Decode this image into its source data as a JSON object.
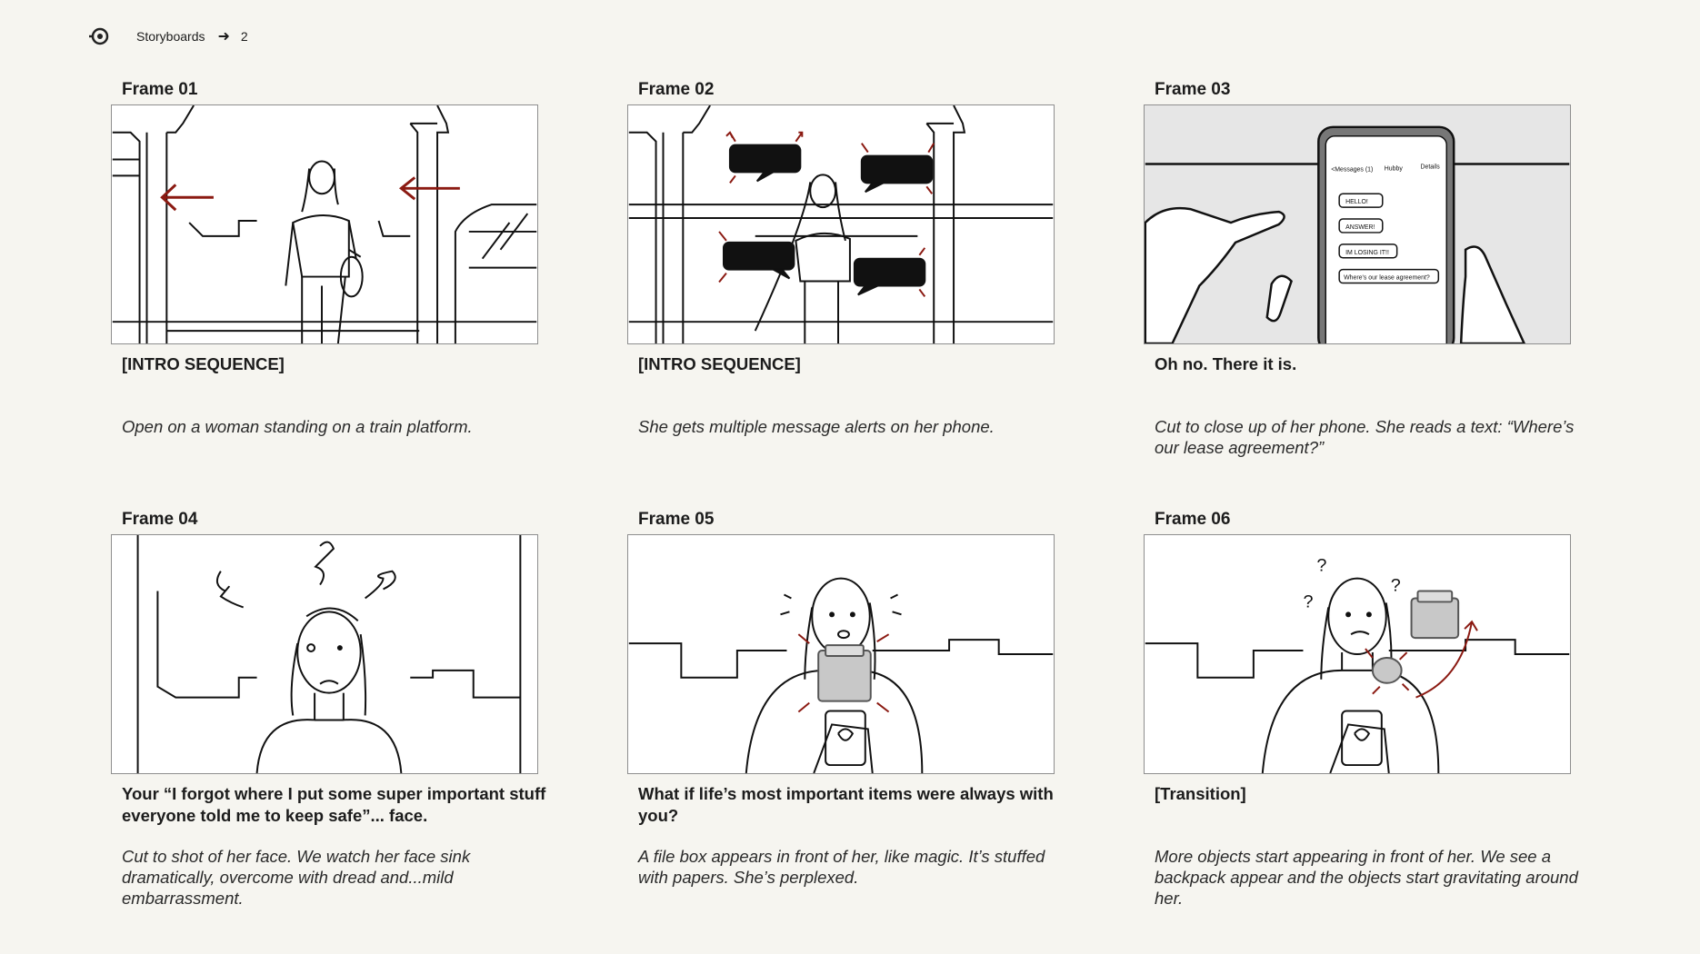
{
  "breadcrumb": {
    "logo_icon": "eye-logo-icon",
    "label": "Storyboards",
    "separator_icon": "arrow-right-icon",
    "page": "2"
  },
  "frames": [
    {
      "title": "Frame 01",
      "caption": "[INTRO SEQUENCE]",
      "description": "Open on a woman standing on a train platform."
    },
    {
      "title": "Frame 02",
      "caption": "[INTRO SEQUENCE]",
      "description": "She gets multiple message alerts on her phone."
    },
    {
      "title": "Frame 03",
      "caption": "Oh no. There it is.",
      "description": "Cut to close up of her phone. She reads a text: “Where’s our lease agreement?”"
    },
    {
      "title": "Frame 04",
      "caption": "Your “I forgot where I put some super important stuff everyone told me to keep safe”... face.",
      "description": "Cut to shot of her face. We watch her face sink dramatically, overcome with dread and...mild embarrassment."
    },
    {
      "title": "Frame 05",
      "caption": "What if life’s most important items were always with you?",
      "description": "A file box appears in front of her, like magic. It’s stuffed with papers. She’s perplexed."
    },
    {
      "title": "Frame 06",
      "caption": "[Transition]",
      "description": "More objects start appearing in front of her. We see a backpack appear and the objects start gravitating around her."
    }
  ],
  "phone": {
    "header_back": "<Messages (1)",
    "header_name": "Hubby",
    "header_details": "Details",
    "messages": [
      "HELLO!",
      "ANSWER!",
      "IM LOSING IT!!",
      "Where's our lease agreement?"
    ]
  },
  "colors": {
    "accent_red": "#8b1a12",
    "background": "#f6f5f0",
    "ink": "#1c1c1c"
  }
}
